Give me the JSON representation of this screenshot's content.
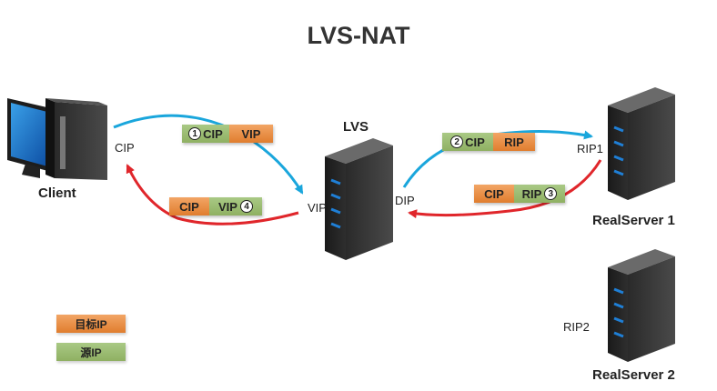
{
  "title": "LVS-NAT",
  "nodes": {
    "client": "Client",
    "lvs": "LVS",
    "realserver1": "RealServer 1",
    "realserver2": "RealServer 2"
  },
  "addresses": {
    "cip": "CIP",
    "vip": "VIP",
    "dip": "DIP",
    "rip1": "RIP1",
    "rip2": "RIP2"
  },
  "packets": [
    {
      "step": "1",
      "source": "CIP",
      "destination": "VIP"
    },
    {
      "step": "2",
      "source": "CIP",
      "destination": "RIP"
    },
    {
      "step": "3",
      "source": "RIP",
      "destination": "CIP"
    },
    {
      "step": "4",
      "source": "VIP",
      "destination": "CIP"
    }
  ],
  "legend": {
    "destination_label": "目标IP",
    "source_label": "源IP"
  },
  "colors": {
    "request_arrow": "#1aa6dc",
    "response_arrow": "#e0262b",
    "destination": "#e68a3d",
    "source": "#97b86c"
  }
}
